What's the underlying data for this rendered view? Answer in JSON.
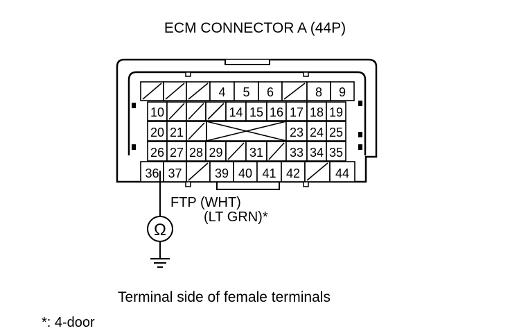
{
  "title": "ECM CONNECTOR A (44P)",
  "wire_label": "FTP (WHT)",
  "wire_label_alt": "(LT GRN)*",
  "meter_symbol": "Ω",
  "caption": "Terminal side of female terminals",
  "footnote": "*: 4-door",
  "connector": {
    "rows": [
      [
        "",
        "",
        "",
        "4",
        "5",
        "6",
        "",
        "8",
        "9"
      ],
      [
        "10",
        "",
        "",
        "",
        "14",
        "15",
        "16",
        "17",
        "18",
        "19"
      ],
      [
        "20",
        "21",
        "",
        "",
        "",
        "",
        "",
        "23",
        "24",
        "25"
      ],
      [
        "26",
        "27",
        "28",
        "29",
        "",
        "31",
        "",
        "33",
        "34",
        "35"
      ],
      [
        "36",
        "37",
        "",
        "39",
        "40",
        "41",
        "42",
        "",
        "44"
      ]
    ],
    "probe_terminal": "36"
  }
}
